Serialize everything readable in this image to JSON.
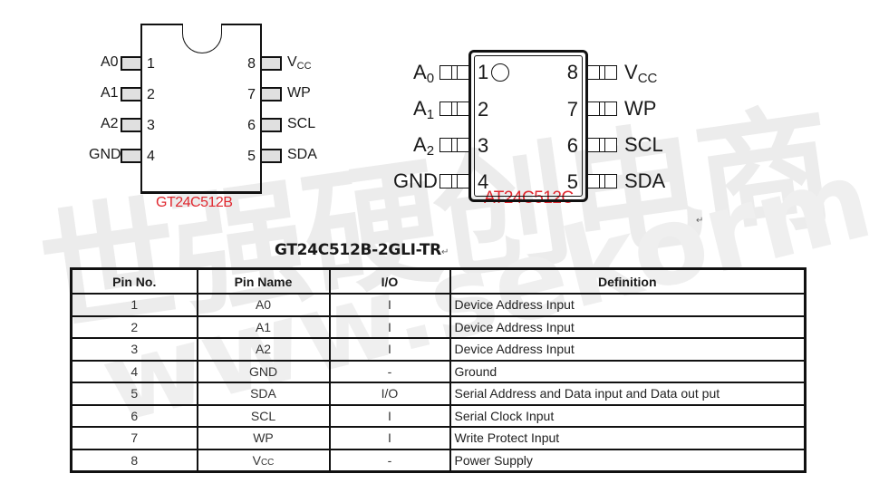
{
  "watermark": {
    "chinese": "世强硬创电商",
    "url": "www.sekorm.com"
  },
  "chip_left": {
    "label": "GT24C512B",
    "left_pins": [
      {
        "num": "1",
        "name": "A0"
      },
      {
        "num": "2",
        "name": "A1"
      },
      {
        "num": "3",
        "name": "A2"
      },
      {
        "num": "4",
        "name": "GND"
      }
    ],
    "right_pins": [
      {
        "num": "8",
        "name_main": "V",
        "name_sub": "CC"
      },
      {
        "num": "7",
        "name_main": "WP",
        "name_sub": ""
      },
      {
        "num": "6",
        "name_main": "SCL",
        "name_sub": ""
      },
      {
        "num": "5",
        "name_main": "SDA",
        "name_sub": ""
      }
    ]
  },
  "chip_right": {
    "label": "AT24C512C",
    "left_pins": [
      {
        "num": "1",
        "name_main": "A",
        "name_sub": "0"
      },
      {
        "num": "2",
        "name_main": "A",
        "name_sub": "1"
      },
      {
        "num": "3",
        "name_main": "A",
        "name_sub": "2"
      },
      {
        "num": "4",
        "name_main": "GND",
        "name_sub": ""
      }
    ],
    "right_pins": [
      {
        "num": "8",
        "name_main": "V",
        "name_sub": "CC"
      },
      {
        "num": "7",
        "name_main": "WP",
        "name_sub": ""
      },
      {
        "num": "6",
        "name_main": "SCL",
        "name_sub": ""
      },
      {
        "num": "5",
        "name_main": "SDA",
        "name_sub": ""
      }
    ]
  },
  "paragraph_mark": "↵",
  "part_title": "GT24C512B-2GLI-TR",
  "table": {
    "headers": [
      "Pin No.",
      "Pin Name",
      "I/O",
      "Definition"
    ],
    "rows": [
      {
        "pin": "1",
        "name": "A0",
        "name_sub": "",
        "io": "I",
        "definition": "Device Address Input"
      },
      {
        "pin": "2",
        "name": "A1",
        "name_sub": "",
        "io": "I",
        "definition": "Device Address Input"
      },
      {
        "pin": "3",
        "name": "A2",
        "name_sub": "",
        "io": "I",
        "definition": "Device Address Input"
      },
      {
        "pin": "4",
        "name": "GND",
        "name_sub": "",
        "io": "-",
        "definition": "Ground"
      },
      {
        "pin": "5",
        "name": "SDA",
        "name_sub": "",
        "io": "I/O",
        "definition": "Serial Address and Data input and Data out put"
      },
      {
        "pin": "6",
        "name": "SCL",
        "name_sub": "",
        "io": "I",
        "definition": "Serial Clock Input"
      },
      {
        "pin": "7",
        "name": "WP",
        "name_sub": "",
        "io": "I",
        "definition": "Write Protect Input"
      },
      {
        "pin": "8",
        "name": "V",
        "name_sub": "CC",
        "io": "-",
        "definition": "Power Supply"
      }
    ]
  },
  "colors": {
    "chip_label": "#e0282f",
    "line": "#111111",
    "lead_fill": "#e0e0e0",
    "watermark": "#ececec"
  }
}
